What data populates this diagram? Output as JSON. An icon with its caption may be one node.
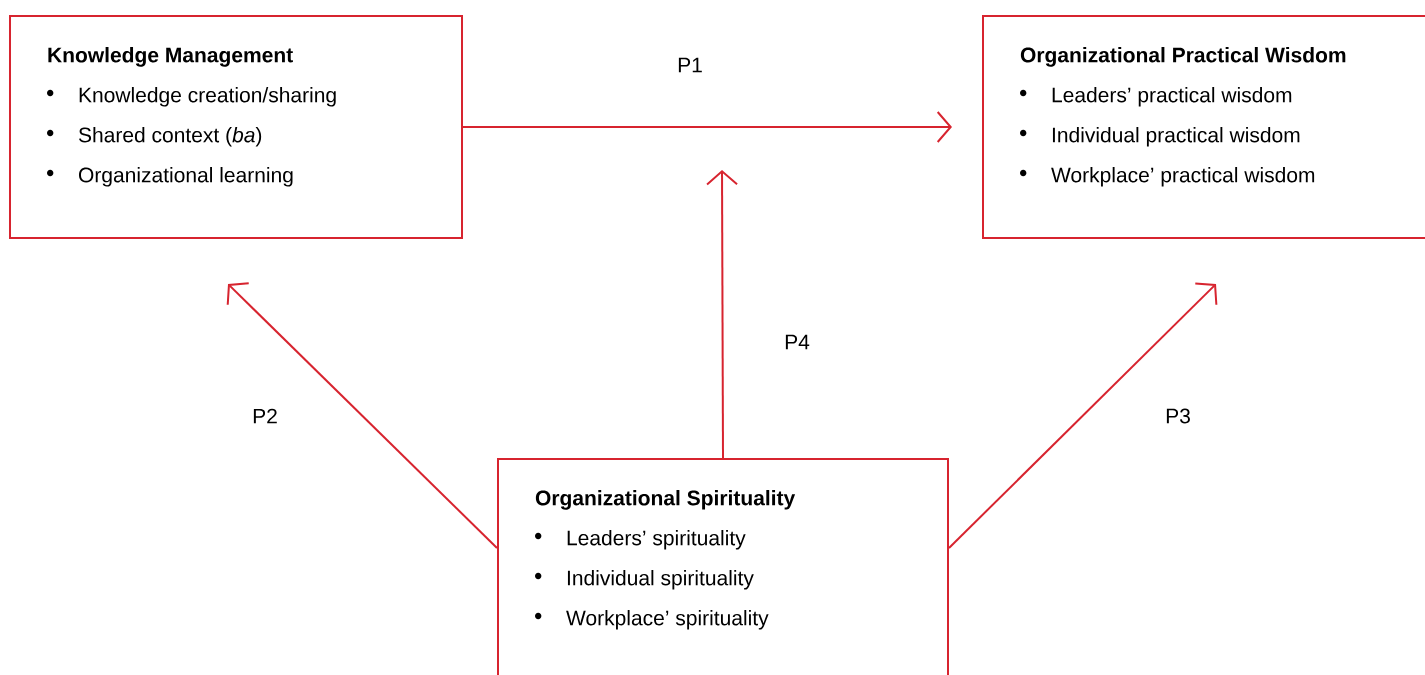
{
  "diagram": {
    "nodes": [
      {
        "text": [
          "Knowledge Management",
          "Knowledge creation/sharing",
          "Shared context (*ba*)",
          "Organizational learning"
        ]
      },
      {
        "text": [
          "Organizational Practical Wisdom",
          "Leaders’ practical wisdom",
          "Individual practical wisdom",
          "Workplace’ practical wisdom"
        ]
      },
      {
        "text": [
          "Organizational Spirituality",
          "Leaders’ spirituality",
          "Individual spirituality",
          "Workplace’ spirituality"
        ]
      }
    ],
    "edges": [
      {
        "from": 0,
        "to": 1,
        "arrow": "to",
        "label": "P1"
      },
      {
        "from": 2,
        "to": 0,
        "arrow": "to",
        "label": "P2"
      },
      {
        "from": 2,
        "to": 1,
        "arrow": "to",
        "label": "P3"
      },
      {
        "from": 2,
        "to": null,
        "arrow": "to",
        "label": "P4"
      }
    ]
  }
}
